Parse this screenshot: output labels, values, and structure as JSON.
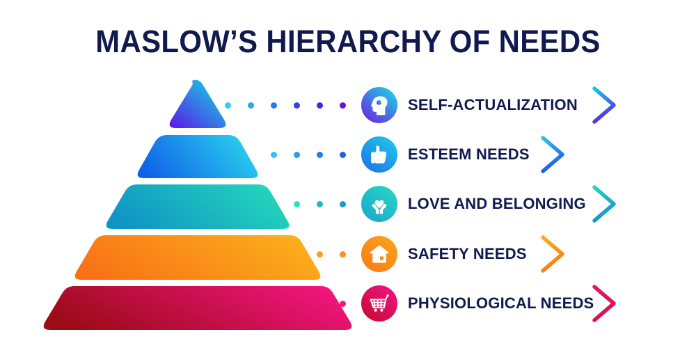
{
  "title": "MASLOW’S HIERARCHY OF NEEDS",
  "theme": {
    "background": "#ffffff",
    "title_color": "#111a4e",
    "label_color": "#111a4e"
  },
  "levels": [
    {
      "rank": 1,
      "label": "SELF-ACTUALIZATION",
      "icon": "head-profile-icon",
      "tier_gradient_from": "#5b16e8",
      "tier_gradient_to": "#0fe3e3",
      "icon_gradient_from": "#6e1fe0",
      "icon_gradient_to": "#19d8e8",
      "chevron_from": "#17c8e8",
      "chevron_to": "#5a2be0",
      "dot_colors": [
        "#2bd3ea",
        "#2aa8e8",
        "#2b78e8",
        "#3a3fe0",
        "#5420dd",
        "#6a14d8"
      ],
      "dot_count": 6
    },
    {
      "rank": 2,
      "label": "ESTEEM NEEDS",
      "icon": "thumbs-up-icon",
      "tier_gradient_from": "#1063e8",
      "tier_gradient_to": "#2ad3ee",
      "icon_gradient_from": "#1a74e6",
      "icon_gradient_to": "#22c8ec",
      "chevron_from": "#2fc0ec",
      "chevron_to": "#1a5fe6",
      "dot_colors": [
        "#35c3ec",
        "#2a9ce8",
        "#2479e6",
        "#2160e4"
      ],
      "dot_count": 4
    },
    {
      "rank": 3,
      "label": "LOVE AND BELONGING",
      "icon": "hands-heart-icon",
      "tier_gradient_from": "#1094c6",
      "tier_gradient_to": "#24d7bb",
      "icon_gradient_from": "#1aa7cf",
      "icon_gradient_to": "#28d6c2",
      "chevron_from": "#27d4c2",
      "chevron_to": "#1794c8",
      "dot_colors": [
        "#2ee0c4",
        "#21b5c6",
        "#1a9bc8"
      ],
      "dot_count": 3
    },
    {
      "rank": 4,
      "label": "SAFETY NEEDS",
      "icon": "house-icon",
      "tier_gradient_from": "#f97316",
      "tier_gradient_to": "#fbb01c",
      "icon_gradient_from": "#f97b16",
      "icon_gradient_to": "#fba31c",
      "chevron_from": "#fbae1c",
      "chevron_to": "#f87e16",
      "dot_colors": [
        "#faa01b",
        "#f9921a"
      ],
      "dot_count": 2
    },
    {
      "rank": 5,
      "label": "PHYSIOLOGICAL NEEDS",
      "icon": "shopping-cart-icon",
      "tier_gradient_from": "#9c0b18",
      "tier_gradient_to": "#f2157f",
      "icon_gradient_from": "#c60b35",
      "icon_gradient_to": "#ef1580",
      "chevron_from": "#e31664",
      "chevron_to": "#d8124f",
      "dot_colors": [
        "#ee1a7c"
      ],
      "dot_count": 1
    }
  ]
}
